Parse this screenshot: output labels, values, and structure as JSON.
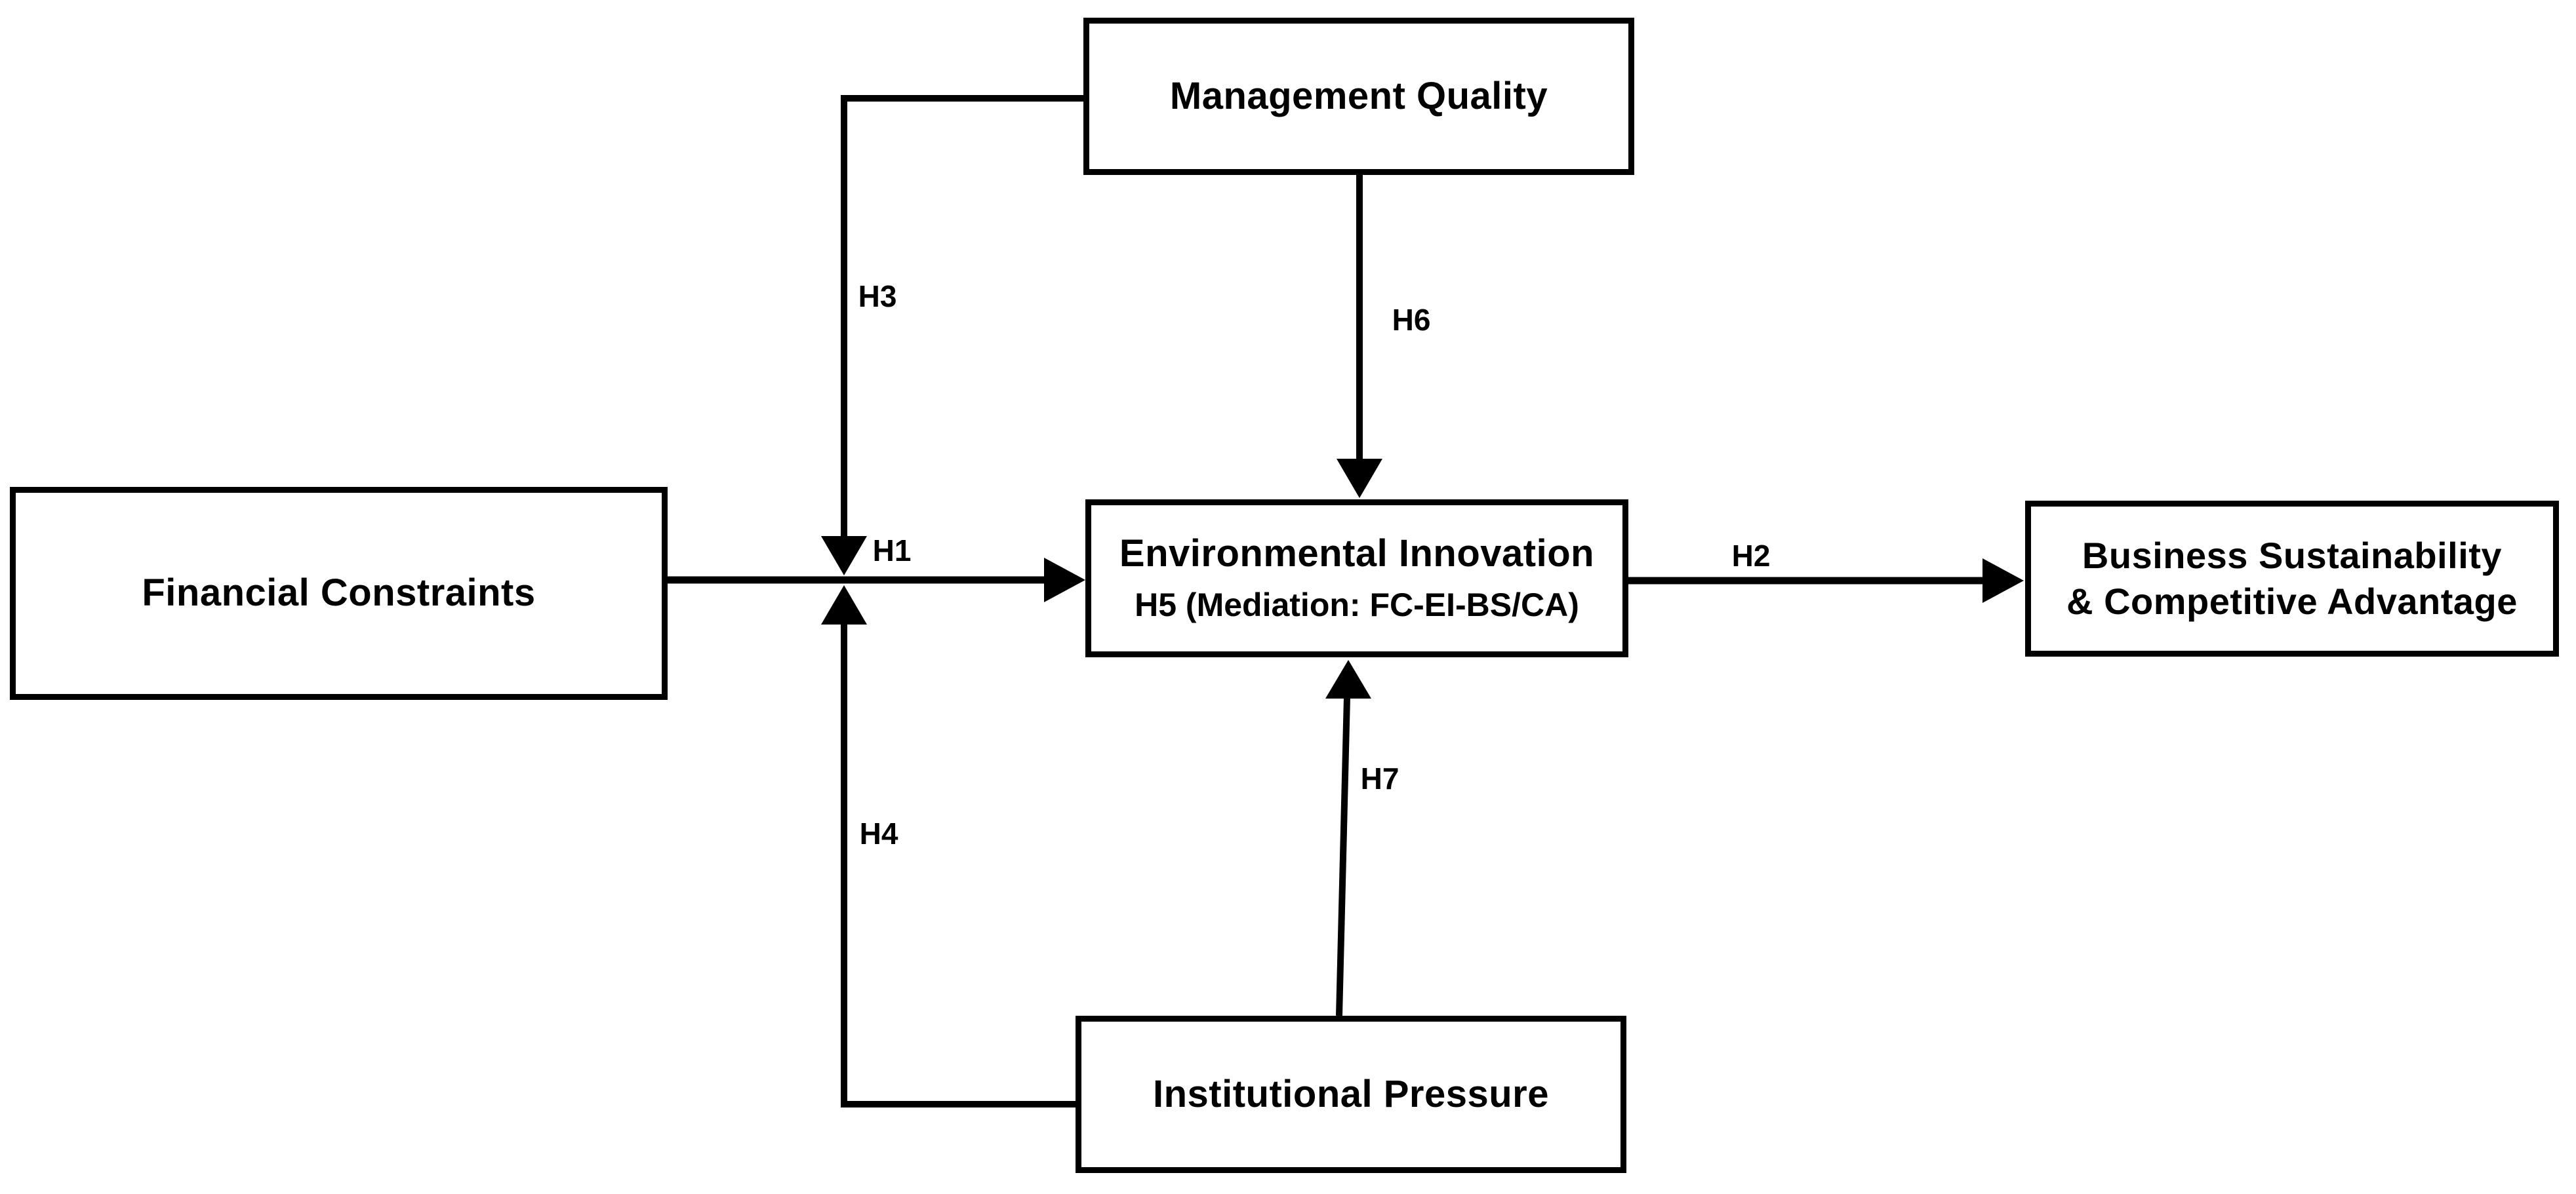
{
  "figure": {
    "type": "conceptual-framework-diagram",
    "background_color": "#ffffff",
    "line_color": "#000000",
    "text_color": "#000000",
    "boxes": {
      "management_quality": {
        "label": "Management Quality"
      },
      "financial_constraints": {
        "label": "Financial Constraints"
      },
      "environmental_innovation": {
        "label": "Environmental Innovation",
        "sublabel": "H5 (Mediation: FC-EI-BS/CA)"
      },
      "business_sustainability": {
        "label": "Business Sustainability\n& Competitive Advantage"
      },
      "institutional_pressure": {
        "label": "Institutional Pressure"
      }
    },
    "hypothesis_labels": {
      "h1": "H1",
      "h2": "H2",
      "h3": "H3",
      "h4": "H4",
      "h6": "H6",
      "h7": "H7"
    }
  }
}
